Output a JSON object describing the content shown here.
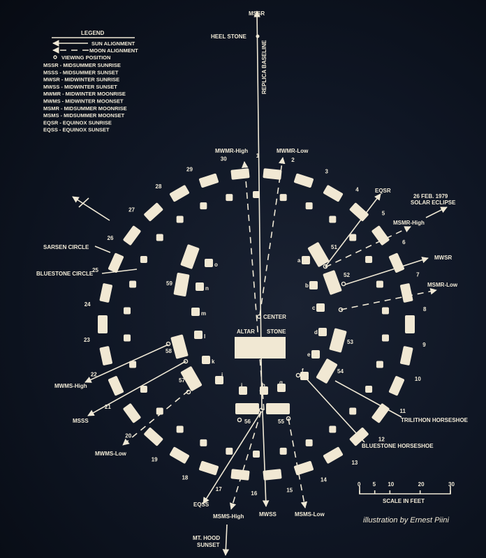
{
  "legend": {
    "title": "LEGEND",
    "sun_alignment": "SUN ALIGNMENT",
    "moon_alignment": "MOON ALIGNMENT",
    "viewing_position": "VIEWING POSITION",
    "abbreviations": [
      "MSSR - MIDSUMMER SUNRISE",
      "MSSS - MIDSUMMER SUNSET",
      "MWSR - MIDWINTER SUNRISE",
      "MWSS - MIDWINTER SUNSET",
      "MWMR - MIDWINTER MOONRISE",
      "MWMS - MIDWINTER MOONSET",
      "MSMR - MIDSUMMER MOONRISE",
      "MSMS - MIDSUMMER MOONSET",
      "EQSR - EQUINOX SUNRISE",
      "EQSS - EQUINOX SUNSET"
    ]
  },
  "labels": {
    "mssr": "MSSR",
    "heel_stone": "HEEL STONE",
    "replica_baseline": "REPLICA BASELINE",
    "mwmr_high": "MWMR-High",
    "mwmr_low": "MWMR-Low",
    "eqsr": "EQSR",
    "eclipse_line1": "26 FEB. 1979",
    "eclipse_line2": "SOLAR ECLIPSE",
    "msmr_high": "MSMR-High",
    "mwsr": "MWSR",
    "msmr_low": "MSMR-Low",
    "sarsen_circle": "SARSEN CIRCLE",
    "bluestone_circle": "BLUESTONE CIRCLE",
    "center": "CENTER",
    "altar": "ALTAR",
    "stone": "STONE",
    "mwms_high": "MWMS-High",
    "msss": "MSSS",
    "mwms_low": "MWMS-Low",
    "trilithon_horseshoe": "TRILITHON HORSESHOE",
    "bluestone_horseshoe": "BLUESTONE HORSESHOE",
    "eqss": "EQSS",
    "msms_high": "MSMS-High",
    "mwss": "MWSS",
    "msms_low": "MSMS-Low",
    "mt_hood_line1": "MT. HOOD",
    "mt_hood_line2": "SUNSET"
  },
  "sarsen_numbers": [
    "1",
    "2",
    "3",
    "4",
    "5",
    "6",
    "7",
    "8",
    "9",
    "10",
    "11",
    "12",
    "13",
    "14",
    "15",
    "16",
    "17",
    "18",
    "19",
    "20",
    "21",
    "22",
    "23",
    "24",
    "25",
    "26",
    "27",
    "28",
    "29",
    "30"
  ],
  "trilithon_numbers": [
    "51",
    "52",
    "53",
    "54",
    "55",
    "56",
    "57",
    "58",
    "59"
  ],
  "bluestone_letters": [
    "a",
    "b",
    "c",
    "d",
    "e",
    "f",
    "g",
    "h",
    "i",
    "j",
    "k",
    "l",
    "m",
    "n",
    "o"
  ],
  "scale": {
    "ticks": [
      "0",
      "5",
      "10",
      "20",
      "30"
    ],
    "label": "SCALE IN FEET"
  },
  "credit": "illustration by Ernest Piini"
}
